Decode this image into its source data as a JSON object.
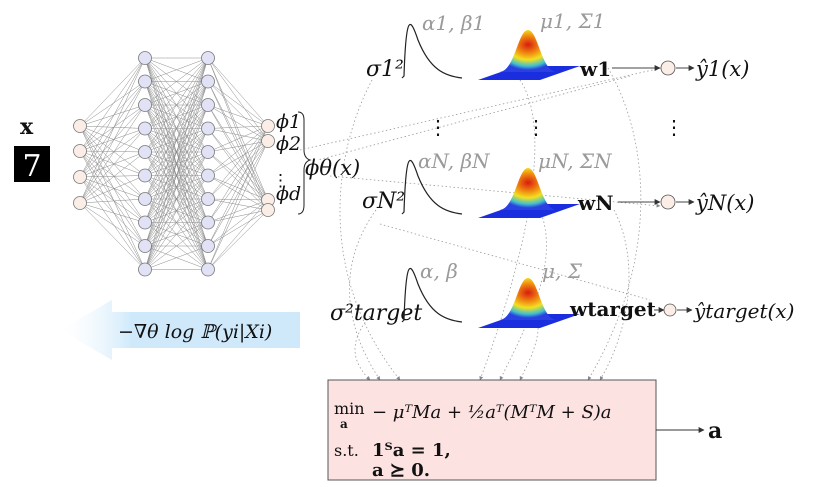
{
  "network": {
    "input_label": "x",
    "input_digit": "7",
    "feature_labels": [
      "ϕ1",
      "ϕ2",
      "⋮",
      "ϕd"
    ],
    "feature_map_label": "ϕθ(x)"
  },
  "gradient_arrow": {
    "label": "−∇θ log ℙ(yi|Xi)",
    "color": "#cfe9fb"
  },
  "tasks": [
    {
      "sigma": "σ1²",
      "prior": "α1, β1",
      "posterior": "μ1, Σ1",
      "weight": "w1",
      "output": "ŷ1(x)"
    },
    {
      "sigma": "σN²",
      "prior": "αN, βN",
      "posterior": "μN, ΣN",
      "weight": "wN",
      "output": "ŷN(x)"
    },
    {
      "sigma": "σ²target",
      "prior": "α, β",
      "posterior": "μ, Σ",
      "weight": "wtarget",
      "output": "ŷtarget(x)"
    }
  ],
  "ellipsis": "⋮",
  "optimization": {
    "objective_prefix": "min",
    "objective_var": "a",
    "objective": "− μᵀMa + ½aᵀ(MᵀM + S)a",
    "subject_to": "s.t.",
    "constraint1": "1ᵀa = 1,",
    "constraint2": "a ⪰ 0.",
    "result": "a",
    "box_color": "#fde2e2"
  },
  "colors": {
    "input_node": "#fbeee6",
    "hidden_node": "#e2e2f7",
    "surface_base": "#1a2ee0",
    "surface_peak": "#e02010"
  }
}
